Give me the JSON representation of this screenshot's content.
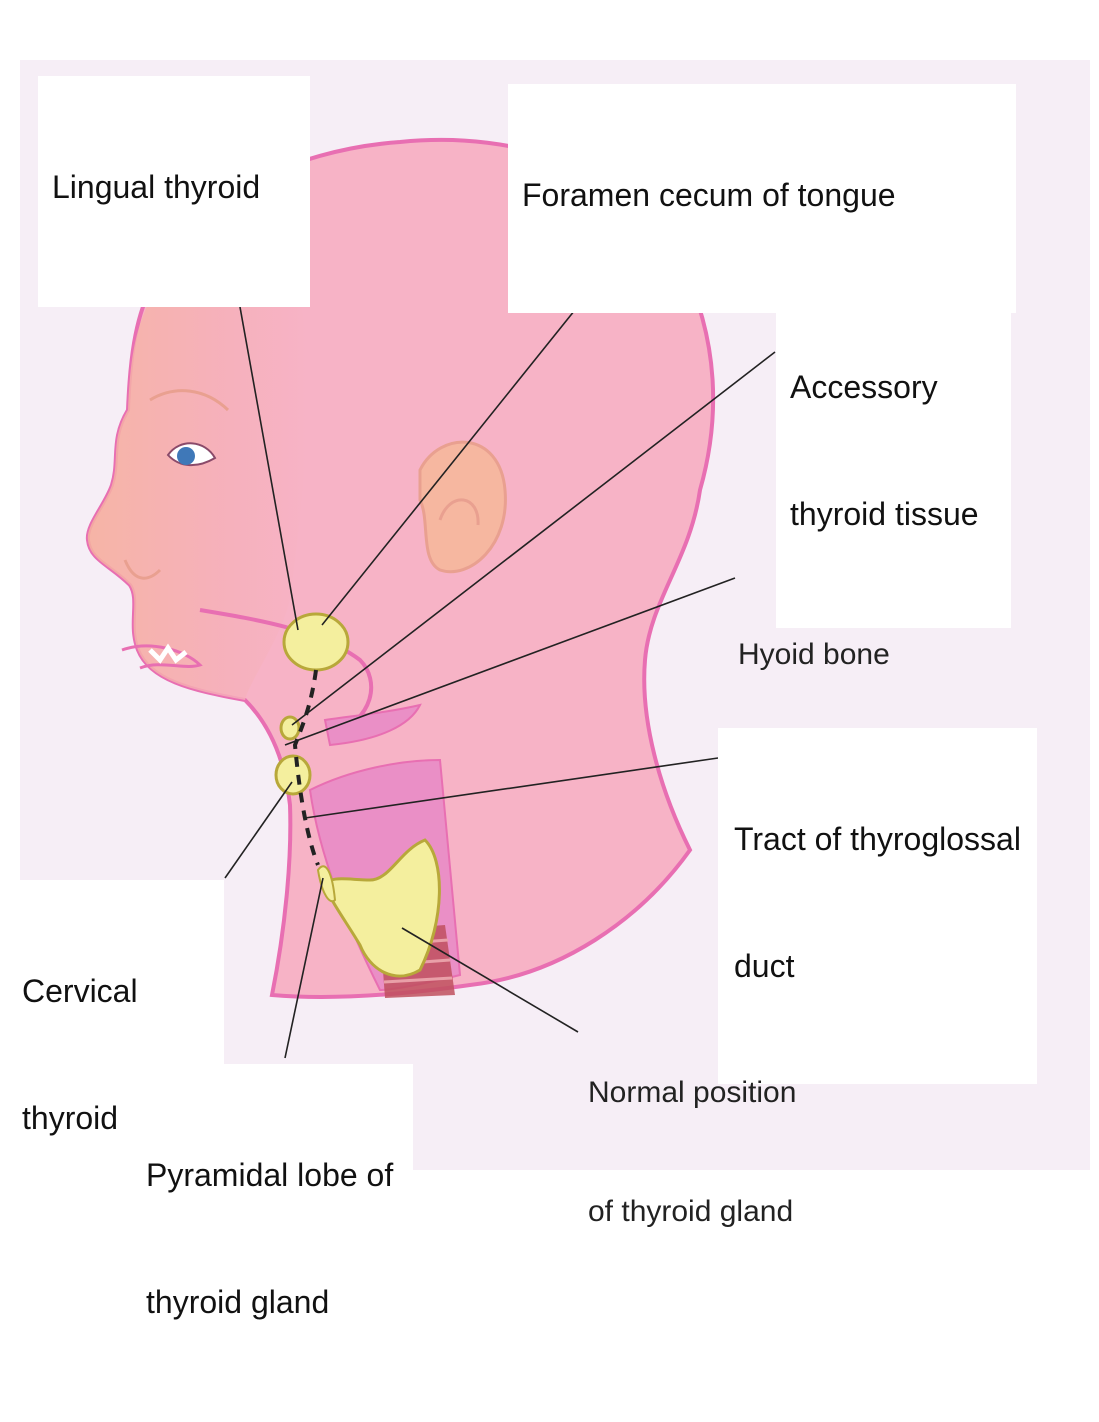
{
  "labels": {
    "lingual_thyroid": "Lingual thyroid",
    "foramen_cecum": "Foramen cecum of tongue",
    "accessory_line1": "Accessory",
    "accessory_line2": "thyroid tissue",
    "hyoid_bone": "Hyoid bone",
    "tract_line1": "Tract of thyroglossal",
    "tract_line2": "duct",
    "cervical_line1": "Cervical",
    "cervical_line2": "thyroid",
    "normal_line1": "Normal position",
    "normal_line2": "of thyroid gland",
    "pyramidal_line1": "Pyramidal lobe of",
    "pyramidal_line2": "thyroid gland"
  },
  "colors": {
    "skin": "#f7b3c6",
    "outline": "#e86fb2",
    "face": "#f6b7a0",
    "thyroid": "#f4ef9e",
    "thyroid_outline": "#b8a83a",
    "tissue": "#ea8fc6",
    "background": "#f6eef6",
    "leader": "#222222"
  }
}
